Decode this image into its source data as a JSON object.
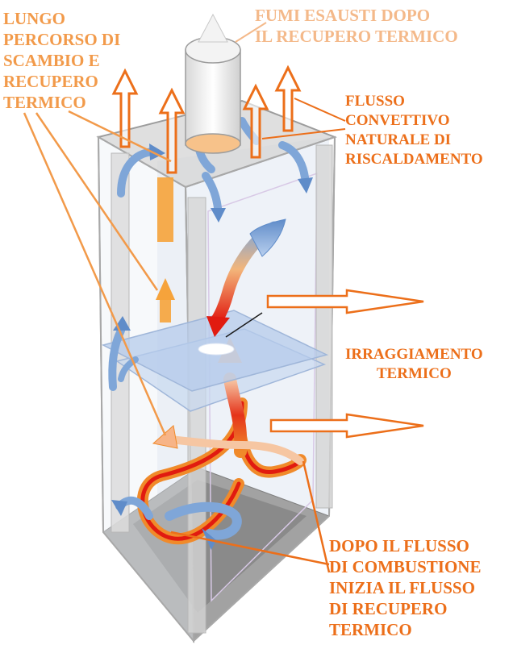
{
  "labels": {
    "exhaust": "FUMI ESAUSTI DOPO\nIL RECUPERO TERMICO",
    "long_path": "LUNGO\nPERCORSO DI\nSCAMBIO E\nRECUPERO\nTERMICO",
    "convective": "FLUSSO\nCONVETTIVO\nNATURALE DI\nRISCALDAMENTO",
    "radiation": "IRRAGGIAMENTO\nTERMICO",
    "after_combustion": "DOPO IL FLUSSO\nDI COMBUSTIONE\nINIZIA IL FLUSSO\nDI RECUPERO\nTERMICO"
  },
  "colors": {
    "orange_text": "#ec6f1a",
    "light_orange_text": "#f4b98a",
    "flame_red": "#e11b10",
    "flame_orange": "#f6a33b",
    "air_blue": "#7fa6d8",
    "frame_grey": "#c8c8c8",
    "base_grey": "#9a9a9a"
  }
}
